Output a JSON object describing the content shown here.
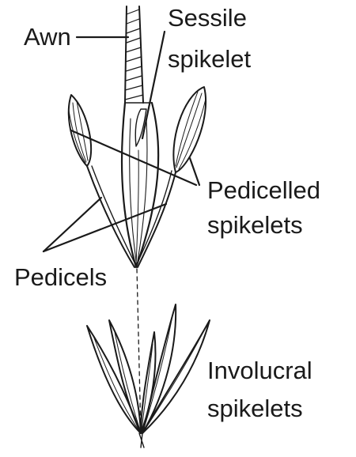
{
  "labels": {
    "awn": "Awn",
    "sessile_1": "Sessile",
    "sessile_2": "spikelet",
    "pedicelled_1": "Pedicelled",
    "pedicelled_2": "spikelets",
    "pedicels": "Pedicels",
    "involucral_1": "Involucral",
    "involucral_2": "spikelets"
  }
}
